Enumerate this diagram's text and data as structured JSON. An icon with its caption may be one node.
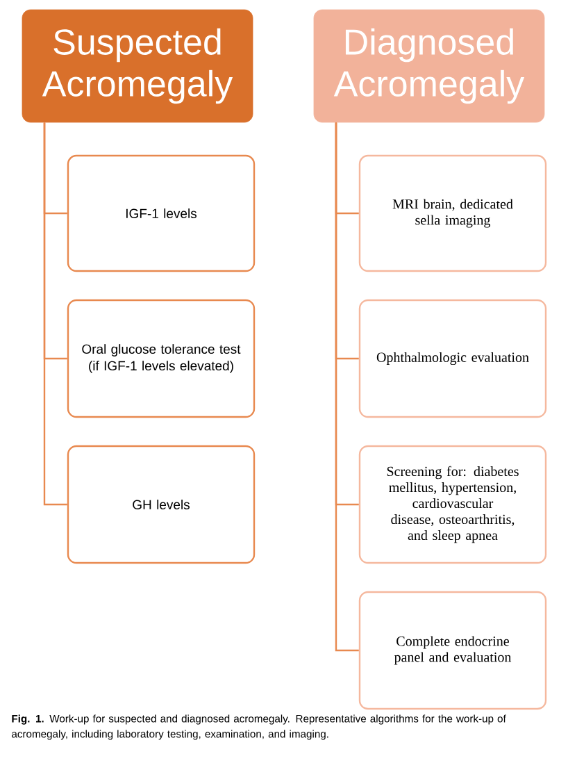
{
  "diagram": {
    "caption": "**Fig. 1.** Work-up for suspected and diagnosed acromegaly. Representative algorithms for the work-up of acromegaly, including laboratory testing, examination, and imaging.",
    "nodes": [
      {
        "text": [
          "Suspected Acromegaly"
        ]
      },
      {
        "text": [
          "IGF-1 levels"
        ]
      },
      {
        "text": [
          "Oral glucose tolerance test (if IGF-1 levels elevated)"
        ]
      },
      {
        "text": [
          "GH levels"
        ]
      },
      {
        "text": [
          "Diagnosed Acromegaly"
        ]
      },
      {
        "text": [
          "MRI brain, dedicated sella imaging"
        ]
      },
      {
        "text": [
          "Ophthalmologic evaluation"
        ]
      },
      {
        "text": [
          "Screening for: diabetes mellitus, hypertension, cardiovascular disease, osteoarthritis, and sleep apnea"
        ]
      },
      {
        "text": [
          "Complete endocrine panel and evaluation"
        ]
      }
    ],
    "edges": [
      {
        "from": 0,
        "to": 1,
        "arrow": "none"
      },
      {
        "from": 0,
        "to": 2,
        "arrow": "none"
      },
      {
        "from": 0,
        "to": 3,
        "arrow": "none"
      },
      {
        "from": 4,
        "to": 5,
        "arrow": "none"
      },
      {
        "from": 4,
        "to": 6,
        "arrow": "none"
      },
      {
        "from": 4,
        "to": 7,
        "arrow": "none"
      },
      {
        "from": 4,
        "to": 8,
        "arrow": "none"
      }
    ]
  }
}
